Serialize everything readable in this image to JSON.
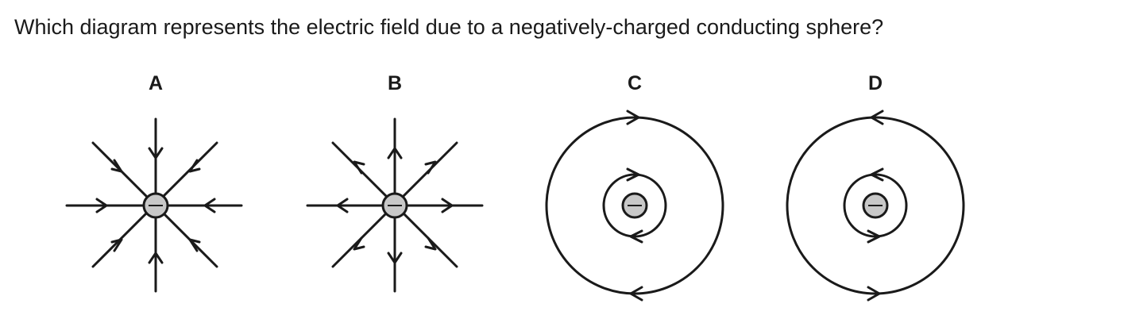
{
  "question": "Which diagram represents the electric field due to a negatively-charged conducting sphere?",
  "options": [
    {
      "label": "A",
      "type": "radial",
      "direction": "inward"
    },
    {
      "label": "B",
      "type": "radial",
      "direction": "outward"
    },
    {
      "label": "C",
      "type": "circular",
      "outer_direction": "clockwise",
      "inner_direction": "clockwise"
    },
    {
      "label": "D",
      "type": "circular",
      "outer_direction": "anticlockwise",
      "inner_direction": "anticlockwise"
    }
  ],
  "charge_symbol": "minus",
  "colors": {
    "ink": "#1a1a1a",
    "charge_fill": "#c8c8c8",
    "background": "#ffffff"
  }
}
